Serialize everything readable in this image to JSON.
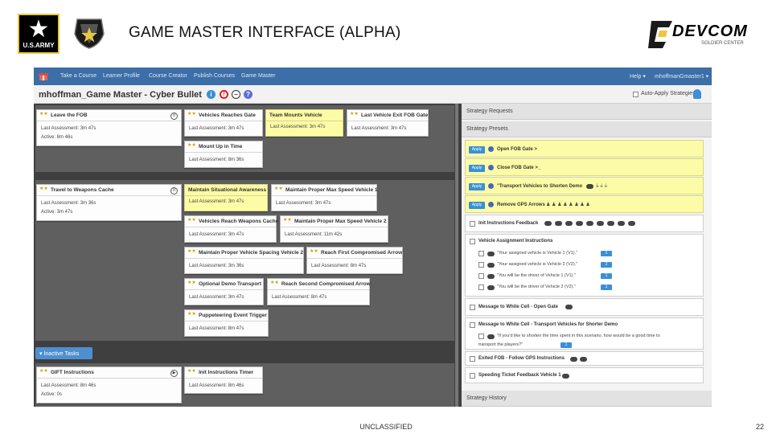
{
  "slide": {
    "title": "GAME MASTER INTERFACE (ALPHA)",
    "army_logo_text": "U.S.ARMY",
    "devcom_logo_text": "DEVCOM",
    "devcom_subtext": "SOLDIER CENTER",
    "footer_classification": "UNCLASSIFIED",
    "page_number": "22"
  },
  "nav": {
    "items": [
      "Take a Course",
      "Learner Profile",
      "Course Creator",
      "Publish Courses",
      "Game Master"
    ],
    "help": "Help ▾",
    "user": "mhoffmanGmaster1 ▾"
  },
  "header": {
    "title": "mhoffman_Game Master - Cyber Bullet",
    "auto_apply_label": "Auto-Apply Strategies"
  },
  "tasks": [
    {
      "title": "Leave the FOB",
      "last": "Last Assessment: 3m 47s",
      "active": "Active: 8m 46s"
    },
    {
      "title": "Vehicles Reaches Gate",
      "last": "Last Assessment: 3m 47s"
    },
    {
      "title": "Team Mounts Vehicle",
      "last": "Last Assessment: 3m 47s"
    },
    {
      "title": "Last Vehicle Exit FOB Gate",
      "last": "Last Assessment: 3m 47s"
    },
    {
      "title": "Mount Up in Time",
      "last": "Last Assessment: 8m 36s"
    },
    {
      "title": "Travel to Weapons Cache",
      "last": "Last Assessment: 3m 36s",
      "active": "Active: 3m 47s"
    },
    {
      "title": "Maintain Situational Awareness",
      "last": "Last Assessment: 3m 47s"
    },
    {
      "title": "Maintain Proper Max Speed Vehicle 1",
      "last": "Last Assessment: 3m 47s"
    },
    {
      "title": "Vehicles Reach Weapons Cache",
      "last": "Last Assessment: 3m 47s"
    },
    {
      "title": "Maintain Proper Max Speed Vehicle 2",
      "last": "Last Assessment: 11m 42s"
    },
    {
      "title": "Maintain Proper Vehicle Spacing Vehicle 2",
      "last": "Last Assessment: 3m 36s"
    },
    {
      "title": "Reach First Compromised Arrow",
      "last": "Last Assessment: 8m 47s"
    },
    {
      "title": "Optional Demo Transport",
      "last": "Last Assessment: 3m 47s"
    },
    {
      "title": "Reach Second Compromised Arrow",
      "last": "Last Assessment: 8m 47s"
    },
    {
      "title": "Puppeteering Event Trigger",
      "last": "Last Assessment: 8m 47s"
    },
    {
      "title": "GIFT Instructions",
      "last": "Last Assessment: 8m 46s",
      "active": "Active: 0s"
    },
    {
      "title": "Init Instructions Timer",
      "last": "Last Assessment: 8m 46s"
    }
  ],
  "inactive_tasks_label": "▾ Inactive Tasks",
  "strategy": {
    "requests_label": "Strategy Requests",
    "presets_label": "Strategy Presets",
    "history_label": "Strategy History",
    "apply_label": "Apply",
    "presets": [
      {
        "label": "Open FOB Gate >"
      },
      {
        "label": "Close FOB Gate >_"
      },
      {
        "label": "\"Transport Vehicles to Shorten Demo"
      },
      {
        "label": "Remove GPS Arrows"
      },
      {
        "label": "Init Instructions Feedback"
      },
      {
        "label": "Vehicle Assignment Instructions"
      },
      {
        "label": "Message to White Cell - Open Gate"
      },
      {
        "label": "Message to White Cell - Transport Vehicles for Shorter Demo"
      },
      {
        "label": "Exited FOB - Follow GPS Instructions"
      },
      {
        "label": "Speeding Ticket Feedback Vehicle 1"
      }
    ],
    "assignment_lines": [
      {
        "text": "\"Your assigned vehicle is Vehicle 1 (V1).\"",
        "tag": "1"
      },
      {
        "text": "\"Your assigned vehicle is Vehicle 2 (V2).\"",
        "tag": "2"
      },
      {
        "text": "\"You will be the driver of Vehicle 1 (V1).\"",
        "tag": "1"
      },
      {
        "text": "\"You will be the driver of Vehicle 2 (V2).\"",
        "tag": "1"
      }
    ],
    "white_cell_line1": "\"If you'd like to shorten the time spent in this scenario, how would be a good time to",
    "white_cell_line2": "transport the players?\""
  },
  "colors": {
    "navbar": "#3c6ea8",
    "highlight": "#fdfca6",
    "accent": "#3a8fd6",
    "lane": "#5f5f5f"
  }
}
